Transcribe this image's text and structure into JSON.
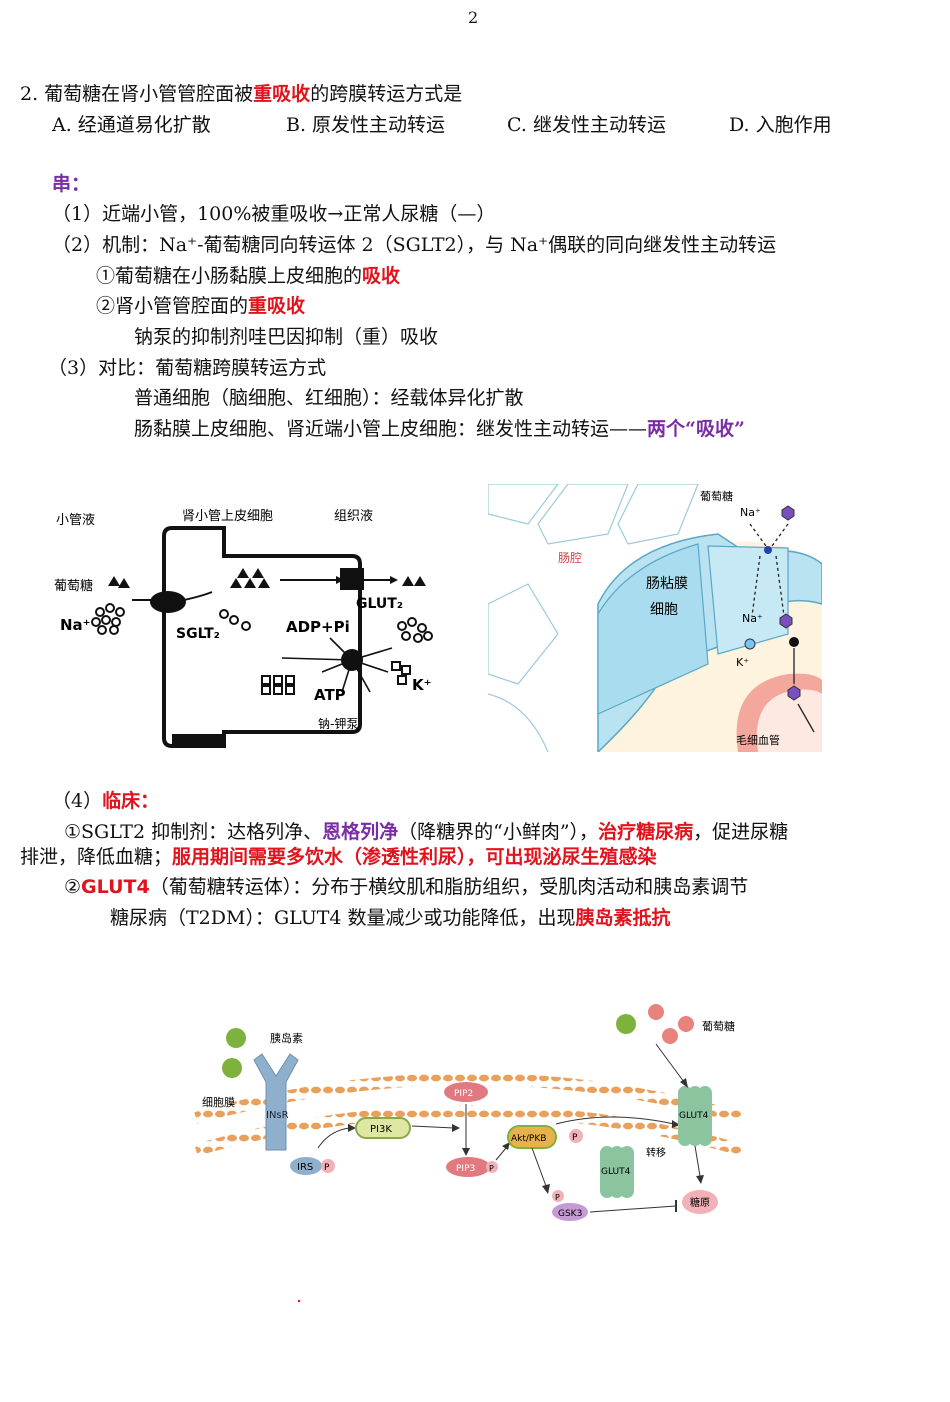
{
  "page_number": "2",
  "question": {
    "prefix": "2. 葡萄糖在肾小管管腔面被",
    "highlight": "重吸收",
    "suffix": "的跨膜转运方式是",
    "options": [
      {
        "label": "A. 经通道易化扩散"
      },
      {
        "label": "B. 原发性主动转运"
      },
      {
        "label": "C. 继发性主动转运"
      },
      {
        "label": "D. 入胞作用"
      }
    ]
  },
  "notes": {
    "heading": "串：",
    "l1": "（1）近端小管，100%被重吸收→正常人尿糖（—）",
    "l2": "（2）机制：Na⁺-葡萄糖同向转运体 2（SGLT2），与 Na⁺偶联的同向继发性主动转运",
    "l3_pre": "①葡萄糖在小肠黏膜上皮细胞的",
    "l3_hl": "吸收",
    "l4_pre": "②肾小管管腔面的",
    "l4_hl": "重吸收",
    "l5": "钠泵的抑制剂哇巴因抑制（重）吸收",
    "l6": "（3）对比：葡萄糖跨膜转运方式",
    "l7": "普通细胞（脑细胞、红细胞）：经载体异化扩散",
    "l8_pre": "肠黏膜上皮细胞、肾近端小管上皮细胞：继发性主动转运——",
    "l8_hl": "两个“吸收”"
  },
  "fig1": {
    "lumen": "小管液",
    "cell": "肾小管上皮细胞",
    "interstitial": "组织液",
    "glucose": "葡萄糖",
    "na": "Na⁺",
    "sglt": "SGLT₂",
    "glut": "GLUT₂",
    "adp": "ADP+Pi",
    "atp": "ATP",
    "k": "K⁺",
    "pump": "钠-钾泵"
  },
  "fig2": {
    "glucose": "葡萄糖",
    "na_top": "Na⁺",
    "lumen": "肠腔",
    "cell1": "肠粘膜",
    "cell2": "细胞",
    "na_mid": "Na⁺",
    "k": "K⁺",
    "capillary": "毛细血管"
  },
  "clinical": {
    "heading_pre": "（4）",
    "heading": "临床：",
    "p1_a": "①SGLT2 抑制剂：达格列净、",
    "p1_b": "恩格列净",
    "p1_c": "（降糖界的“小鲜肉”），",
    "p1_d": "治疗糖尿病",
    "p1_e": "，促进尿糖",
    "p2_a": "排泄，降低血糖；",
    "p2_b": "服用期间需要多饮水（渗透性利尿），可出现泌尿生殖感染",
    "p3_a": "②",
    "p3_b": "GLUT4",
    "p3_c": "（葡萄糖转运体）：分布于横纹肌和脂肪组织，受肌肉活动和胰岛素调节",
    "p4_a": "糖尿病（T2DM）：GLUT4 数量减少或功能降低，出现",
    "p4_b": "胰岛素抵抗"
  },
  "fig3": {
    "insulin": "胰岛素",
    "glucose": "葡萄糖",
    "membrane": "细胞膜",
    "insr": "INsR",
    "irs": "IRS",
    "p": "P",
    "pi3k": "PI3K",
    "pip2": "PIP2",
    "pip3": "PIP3",
    "akt": "Akt/PKB",
    "gsk": "GSK3",
    "glut4_in": "GLUT4",
    "glut4_mem": "GLUT4",
    "transloc": "转移",
    "glycogen": "糖原"
  },
  "footer_dot": "."
}
